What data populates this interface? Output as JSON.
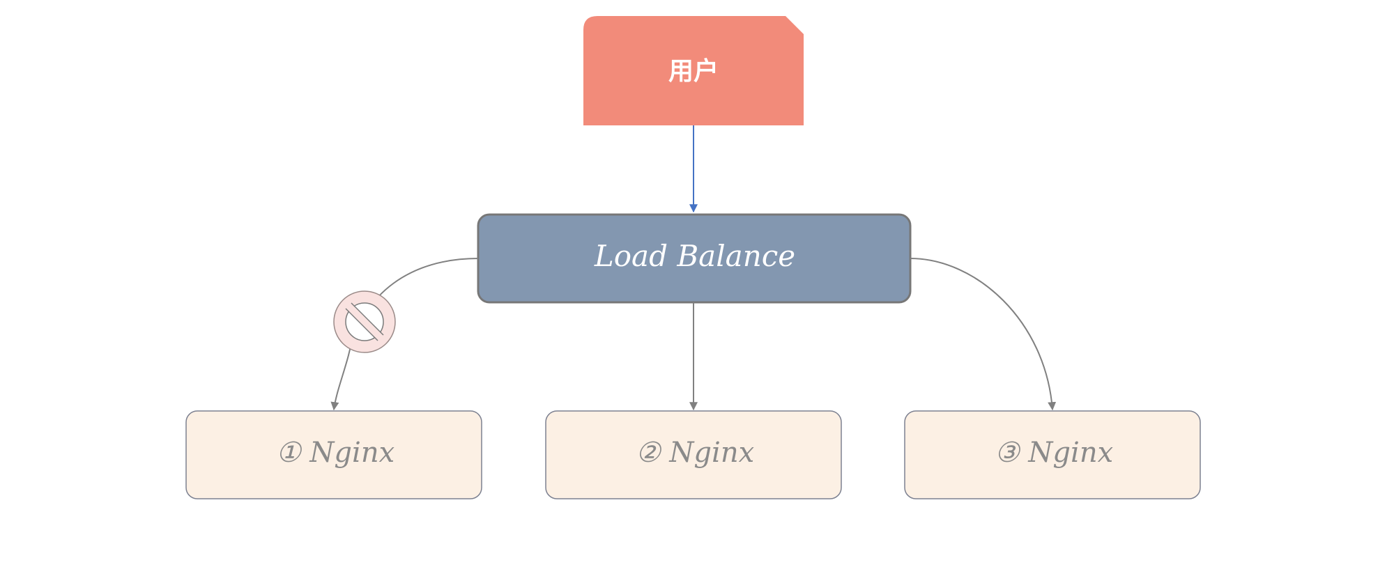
{
  "diagram": {
    "user": {
      "label": "用户",
      "color": "#f28b7a"
    },
    "load_balancer": {
      "label": "Load Balance",
      "color": "#8397b0",
      "border": "#777777"
    },
    "servers": [
      {
        "label": "① Nginx",
        "blocked": true
      },
      {
        "label": "② Nginx",
        "blocked": false
      },
      {
        "label": "③ Nginx",
        "blocked": false
      }
    ],
    "server_fill": "#fcf0e4",
    "server_border": "#7c8090",
    "user_arrow_color": "#4472c4",
    "arrow_color": "#808080",
    "blocked_icon": "no-entry-icon",
    "blocked_icon_color": "#f9e2e0"
  }
}
